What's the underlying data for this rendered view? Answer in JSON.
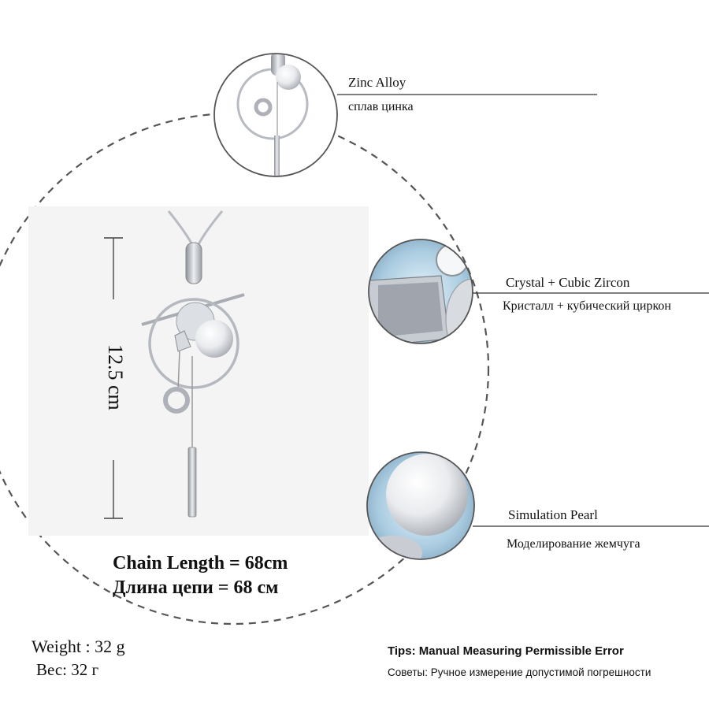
{
  "measure": {
    "length": "12.5 cm"
  },
  "chain": {
    "length_en": "Chain Length = 68cm",
    "length_ru": "Длина цепи = 68 см"
  },
  "weight": {
    "en": "Weight : 32 g",
    "ru": "Вес: 32 г"
  },
  "features": [
    {
      "en": "Zinc Alloy",
      "ru": "сплав цинка"
    },
    {
      "en": "Crystal + Cubic Zircon",
      "ru": "Кристалл + кубический циркон"
    },
    {
      "en": "Simulation Pearl",
      "ru": "Моделирование жемчуга"
    }
  ],
  "tips": {
    "en": "Tips: Manual Measuring Permissible Error",
    "ru": "Советы: Ручное измерение допустимой погрешности"
  },
  "colors": {
    "dashed_circle": "#555555",
    "callout_line": "#333333",
    "metal": "#c9ccd1",
    "pearl": "#eef0f3",
    "backdrop": "#f3f3f3"
  }
}
